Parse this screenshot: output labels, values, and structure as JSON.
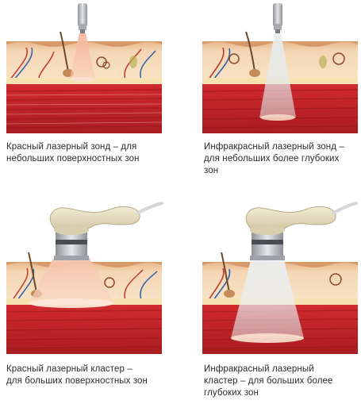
{
  "panels": [
    {
      "id": "red-probe",
      "lines": [
        "Красный лазерный зонд – для",
        "небольших поверхностных зон"
      ]
    },
    {
      "id": "ir-probe",
      "lines": [
        "Инфракрасный лазерный зонд –",
        "для небольших более глубоких",
        "зон"
      ]
    },
    {
      "id": "red-cluster",
      "lines": [
        "Красный лазерный кластер  –",
        "для больших поверхностных зон"
      ]
    },
    {
      "id": "ir-cluster",
      "lines": [
        "Инфракрасный лазерный",
        "кластер – для больших более",
        "глубоких зон"
      ]
    }
  ],
  "colors": {
    "muscle": "#c8262a",
    "muscle_dark": "#9e1b1f",
    "skin": "#f3d6b3",
    "epidermis": "#e9b98c",
    "red_beam": "#f6b8a0",
    "ir_beam": "#dfe6ea",
    "handle": "#e8dfc2",
    "metal": "#b9bcc0"
  },
  "icons": [
    "red-laser-probe-icon",
    "infrared-laser-probe-icon",
    "red-laser-cluster-icon",
    "infrared-laser-cluster-icon"
  ]
}
